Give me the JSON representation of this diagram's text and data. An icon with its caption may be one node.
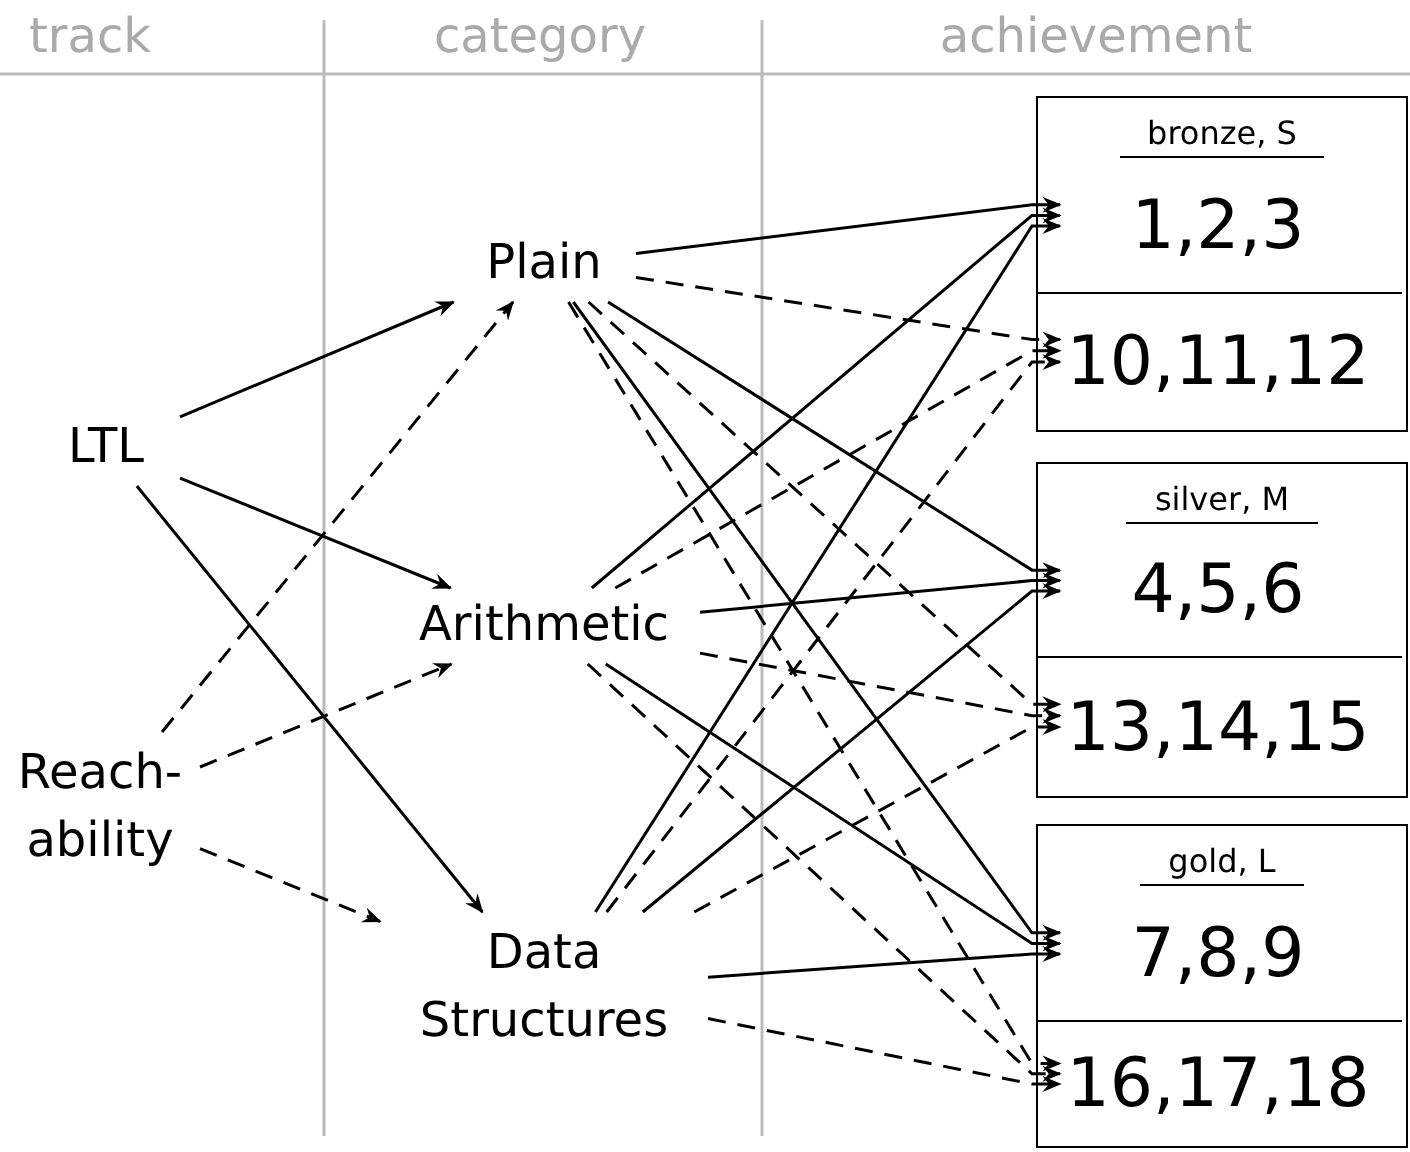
{
  "diagram": {
    "nodes": [
      {
        "text": [
          "LTL"
        ]
      },
      {
        "text": [
          "Reach-ability"
        ]
      },
      {
        "text": [
          "Plain"
        ]
      },
      {
        "text": [
          "Arithmetic"
        ]
      },
      {
        "text": [
          "Data Structures"
        ]
      },
      {
        "text": [
          "bronze, S"
        ]
      },
      {
        "text": [
          "1,2,3"
        ],
        "in": 5
      },
      {
        "text": [
          "10,11,12"
        ],
        "in": 5
      },
      {
        "text": [
          "silver, M"
        ]
      },
      {
        "text": [
          "4,5,6"
        ],
        "in": 8
      },
      {
        "text": [
          "13,14,15"
        ],
        "in": 8
      },
      {
        "text": [
          "gold, L"
        ]
      },
      {
        "text": [
          "7,8,9"
        ],
        "in": 11
      },
      {
        "text": [
          "16,17,18"
        ],
        "in": 11
      }
    ],
    "edges": [
      {
        "from": 0,
        "to": 2,
        "arrow": "to"
      },
      {
        "from": 0,
        "to": 3,
        "arrow": "to"
      },
      {
        "from": 0,
        "to": 4,
        "arrow": "to"
      },
      {
        "from": 1,
        "to": 2,
        "arrow": "to",
        "style": "dashed"
      },
      {
        "from": 1,
        "to": 3,
        "arrow": "to",
        "style": "dashed"
      },
      {
        "from": 1,
        "to": 4,
        "arrow": "to",
        "style": "dashed"
      },
      {
        "from": 2,
        "to": 6,
        "arrow": "to"
      },
      {
        "from": 2,
        "to": 7,
        "arrow": "to",
        "style": "dashed"
      },
      {
        "from": 2,
        "to": 9,
        "arrow": "to"
      },
      {
        "from": 2,
        "to": 10,
        "arrow": "to",
        "style": "dashed"
      },
      {
        "from": 2,
        "to": 12,
        "arrow": "to"
      },
      {
        "from": 2,
        "to": 13,
        "arrow": "to",
        "style": "dashed"
      },
      {
        "from": 3,
        "to": 6,
        "arrow": "to"
      },
      {
        "from": 3,
        "to": 7,
        "arrow": "to",
        "style": "dashed"
      },
      {
        "from": 3,
        "to": 9,
        "arrow": "to"
      },
      {
        "from": 3,
        "to": 10,
        "arrow": "to",
        "style": "dashed"
      },
      {
        "from": 3,
        "to": 12,
        "arrow": "to"
      },
      {
        "from": 3,
        "to": 13,
        "arrow": "to",
        "style": "dashed"
      },
      {
        "from": 4,
        "to": 6,
        "arrow": "to"
      },
      {
        "from": 4,
        "to": 7,
        "arrow": "to",
        "style": "dashed"
      },
      {
        "from": 4,
        "to": 9,
        "arrow": "to"
      },
      {
        "from": 4,
        "to": 10,
        "arrow": "to",
        "style": "dashed"
      },
      {
        "from": 4,
        "to": 12,
        "arrow": "to"
      },
      {
        "from": 4,
        "to": 13,
        "arrow": "to",
        "style": "dashed"
      }
    ],
    "labels": [
      "track",
      "category",
      "achievement"
    ]
  }
}
